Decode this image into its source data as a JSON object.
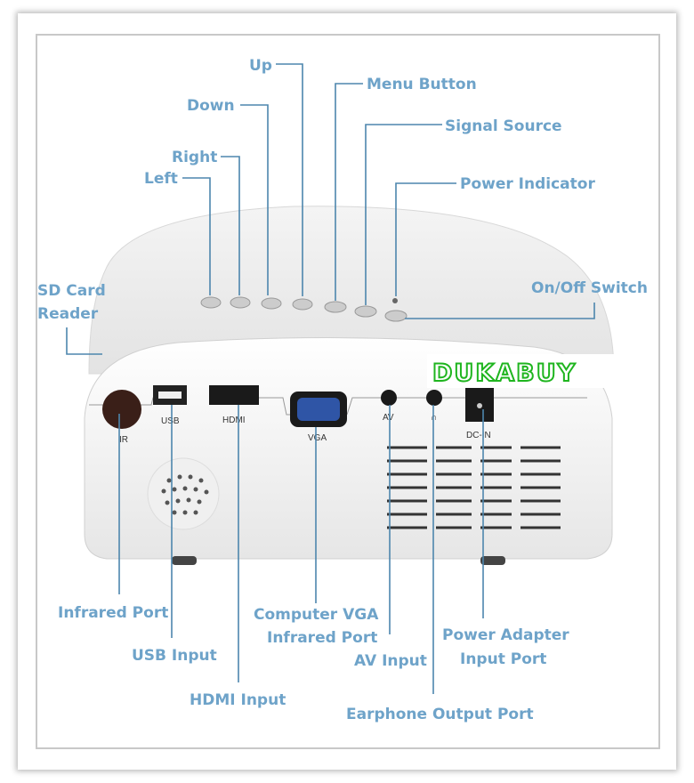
{
  "title": "Mini Projector Ports and Buttons",
  "watermark": "DUKABUY",
  "top_labels": {
    "up": "Up",
    "down": "Down",
    "right": "Right",
    "left": "Left",
    "menu": "Menu Button",
    "source": "Signal Source",
    "power_indicator": "Power Indicator",
    "onoff": "On/Off Switch",
    "sd_line1": "SD Card",
    "sd_line2": "Reader"
  },
  "port_markings": {
    "ir": "IR",
    "usb": "USB",
    "hdmi": "HDMI",
    "vga": "VGA",
    "av": "AV",
    "earphone": "∩",
    "dc": "DC-IN"
  },
  "bottom_labels": {
    "infrared": "Infrared Port",
    "usb": "USB Input",
    "hdmi": "HDMI Input",
    "vga_line1": "Computer VGA",
    "vga_line2": "Infrared Port",
    "av": "AV Input",
    "earphone": "Earphone Output Port",
    "power_line1": "Power Adapter",
    "power_line2": "Input Port"
  },
  "colors": {
    "label": "#6ea3c9",
    "line": "#4d86ad",
    "logo": "#1fb51f"
  }
}
